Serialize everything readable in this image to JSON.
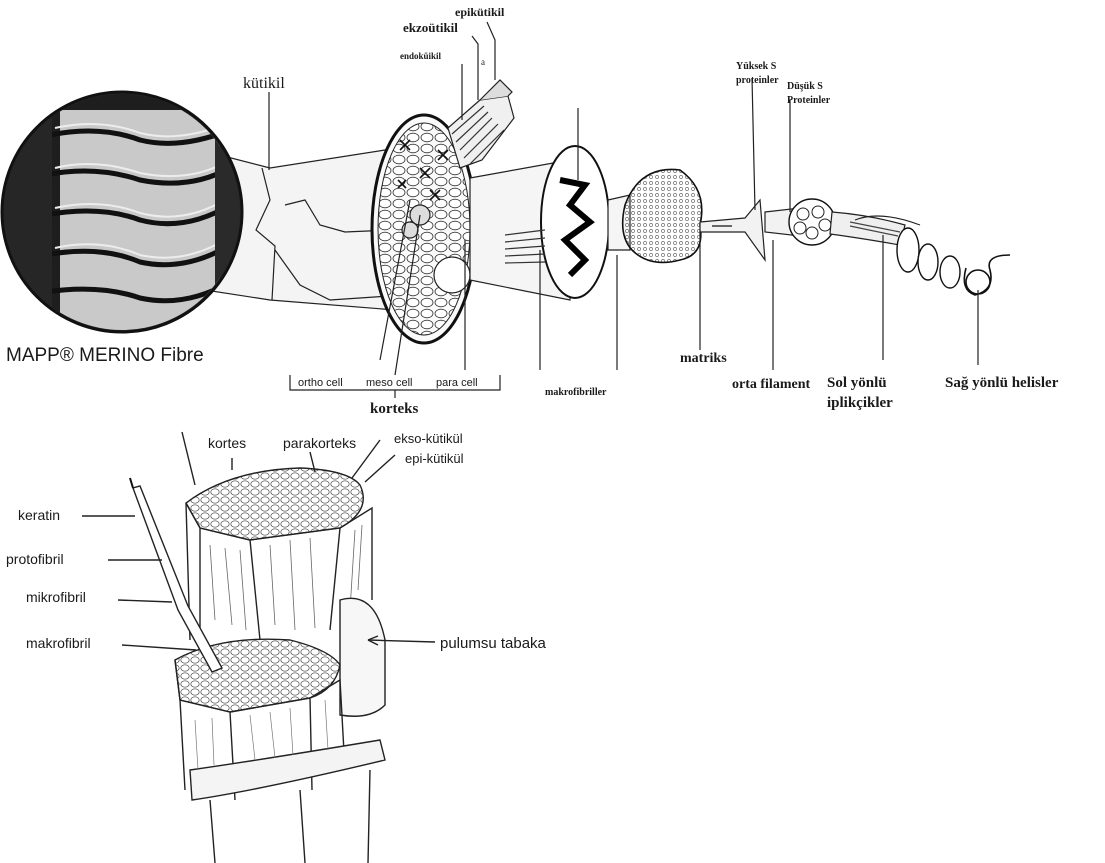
{
  "top_diagram": {
    "caption": "MAPP® MERINO Fibre",
    "labels": {
      "kutikil": "kütikil",
      "epikutikil": "epikütikil",
      "ekzokutikil": "ekzoütikil",
      "endokutikil": "endoküikil",
      "a": "a",
      "yuksek_s": "Yüksek S\nproteinler",
      "dusuk_s": "Düşük S\nProteinler",
      "ortho_cell": "ortho cell",
      "meso_cell": "meso cell",
      "para_cell": "para cell",
      "korteks": "korteks",
      "makrofibriller": "makrofibriller",
      "matriks": "matriks",
      "orta_filament": "orta filament",
      "sol_yonlu": "Sol yönlü\niplikçikler",
      "sag_yonlu": "Sağ yönlü helisler"
    }
  },
  "bottom_diagram": {
    "labels": {
      "kortes": "kortes",
      "parakorteks": "parakorteks",
      "ekso_kutikul": "ekso-kütikül",
      "epi_kutikul": "epi-kütikül",
      "keratin": "keratin",
      "protofibril": "protofibril",
      "mikrofibril": "mikrofibril",
      "makrofibril": "makrofibril",
      "pulumsu_tabaka": "pulumsu tabaka"
    }
  },
  "colors": {
    "ink": "#1a1a1a",
    "micrograph_dark": "#2b2b2b",
    "micrograph_light": "#d9d9d9"
  }
}
